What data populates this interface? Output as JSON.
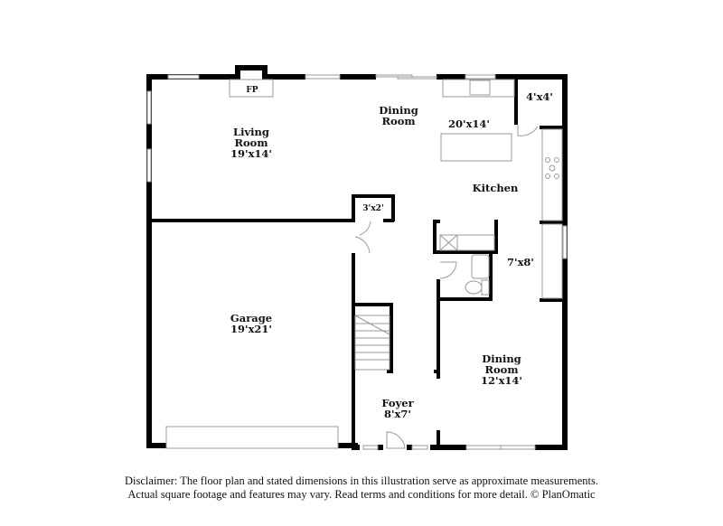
{
  "rooms": [
    {
      "id": "living",
      "name_line1": "Living",
      "name_line2": "Room",
      "dims": "19'x14'"
    },
    {
      "id": "dining_top",
      "name_line1": "Dining",
      "name_line2": "Room",
      "dims": ""
    },
    {
      "id": "kitchen_dims",
      "dims": "20'x14'"
    },
    {
      "id": "kitchen",
      "name": "Kitchen"
    },
    {
      "id": "pantry",
      "dims": "4'x4'"
    },
    {
      "id": "closet",
      "dims": "3'x2'"
    },
    {
      "id": "bath",
      "dims": "7'x8'"
    },
    {
      "id": "garage",
      "name": "Garage",
      "dims": "19'x21'"
    },
    {
      "id": "dining_bottom",
      "name_line1": "Dining",
      "name_line2": "Room",
      "dims": "12'x14'"
    },
    {
      "id": "foyer",
      "name": "Foyer",
      "dims": "8'x7'"
    }
  ],
  "fixtures": {
    "fireplace": "FP"
  },
  "disclaimer": {
    "line1": "Disclaimer: The floor plan and stated dimensions in this illustration serve as approximate measurements.",
    "line2": "Actual square footage and features may vary. Read terms and conditions for more detail. © PlanOmatic"
  },
  "colors": {
    "wall": "#000000",
    "fixture": "#bbbbbb",
    "background": "#ffffff"
  }
}
